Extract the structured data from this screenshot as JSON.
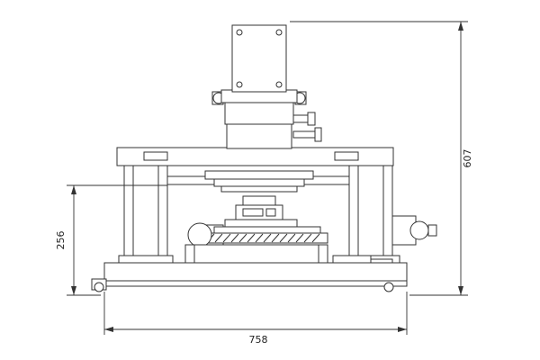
{
  "dimensions": {
    "total_height": "607",
    "stage_height": "256",
    "total_width": "758"
  },
  "colors": {
    "line": "#333333",
    "background": "#ffffff"
  }
}
